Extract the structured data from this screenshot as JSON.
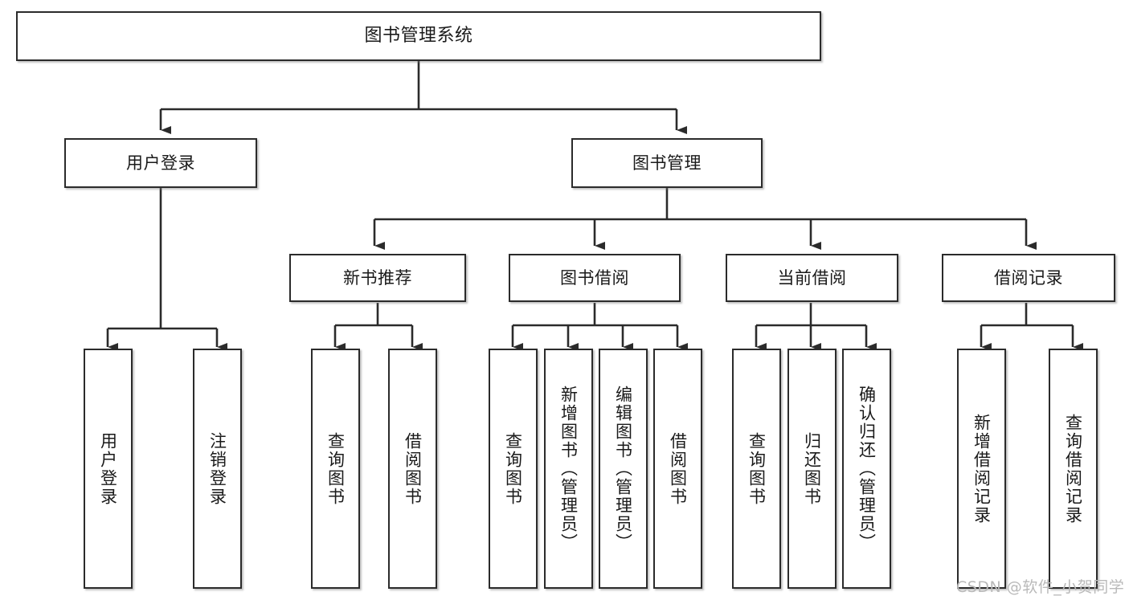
{
  "diagram": {
    "title": "图书管理系统",
    "watermark": "CSDN @软件_小贺同学",
    "colors": {
      "box_border": "#2b2b2b",
      "box_fill": "#ffffff",
      "connector": "#2b2b2b",
      "text": "#1a1a1a",
      "watermark": "#b9b9b9",
      "background": "#ffffff"
    }
  },
  "nodes": {
    "root": {
      "label": "图书管理系统"
    },
    "level2": [
      {
        "label": "用户登录"
      },
      {
        "label": "图书管理"
      }
    ],
    "level3": [
      {
        "label": "新书推荐"
      },
      {
        "label": "图书借阅"
      },
      {
        "label": "当前借阅"
      },
      {
        "label": "借阅记录"
      }
    ],
    "leaves": {
      "user_login": [
        {
          "label": "用户登录"
        },
        {
          "label": "注销登录"
        }
      ],
      "new_book_recommend": [
        {
          "label": "查询图书"
        },
        {
          "label": "借阅图书"
        }
      ],
      "book_borrow": [
        {
          "label": "查询图书"
        },
        {
          "label": "新增图书（管理员）"
        },
        {
          "label": "编辑图书（管理员）"
        },
        {
          "label": "借阅图书"
        }
      ],
      "current_borrow": [
        {
          "label": "查询图书"
        },
        {
          "label": "归还图书"
        },
        {
          "label": "确认归还（管理员）"
        }
      ],
      "borrow_record": [
        {
          "label": "新增借阅记录"
        },
        {
          "label": "查询借阅记录"
        }
      ]
    }
  },
  "chart_data": {
    "type": "tree",
    "title": "图书管理系统",
    "root": "图书管理系统",
    "edges": [
      [
        "图书管理系统",
        "用户登录"
      ],
      [
        "图书管理系统",
        "图书管理"
      ],
      [
        "用户登录",
        "用户登录"
      ],
      [
        "用户登录",
        "注销登录"
      ],
      [
        "图书管理",
        "新书推荐"
      ],
      [
        "图书管理",
        "图书借阅"
      ],
      [
        "图书管理",
        "当前借阅"
      ],
      [
        "图书管理",
        "借阅记录"
      ],
      [
        "新书推荐",
        "查询图书"
      ],
      [
        "新书推荐",
        "借阅图书"
      ],
      [
        "图书借阅",
        "查询图书"
      ],
      [
        "图书借阅",
        "新增图书（管理员）"
      ],
      [
        "图书借阅",
        "编辑图书（管理员）"
      ],
      [
        "图书借阅",
        "借阅图书"
      ],
      [
        "当前借阅",
        "查询图书"
      ],
      [
        "当前借阅",
        "归还图书"
      ],
      [
        "当前借阅",
        "确认归还（管理员）"
      ],
      [
        "借阅记录",
        "新增借阅记录"
      ],
      [
        "借阅记录",
        "查询借阅记录"
      ]
    ],
    "levels": 4,
    "orientation": "top-down"
  }
}
